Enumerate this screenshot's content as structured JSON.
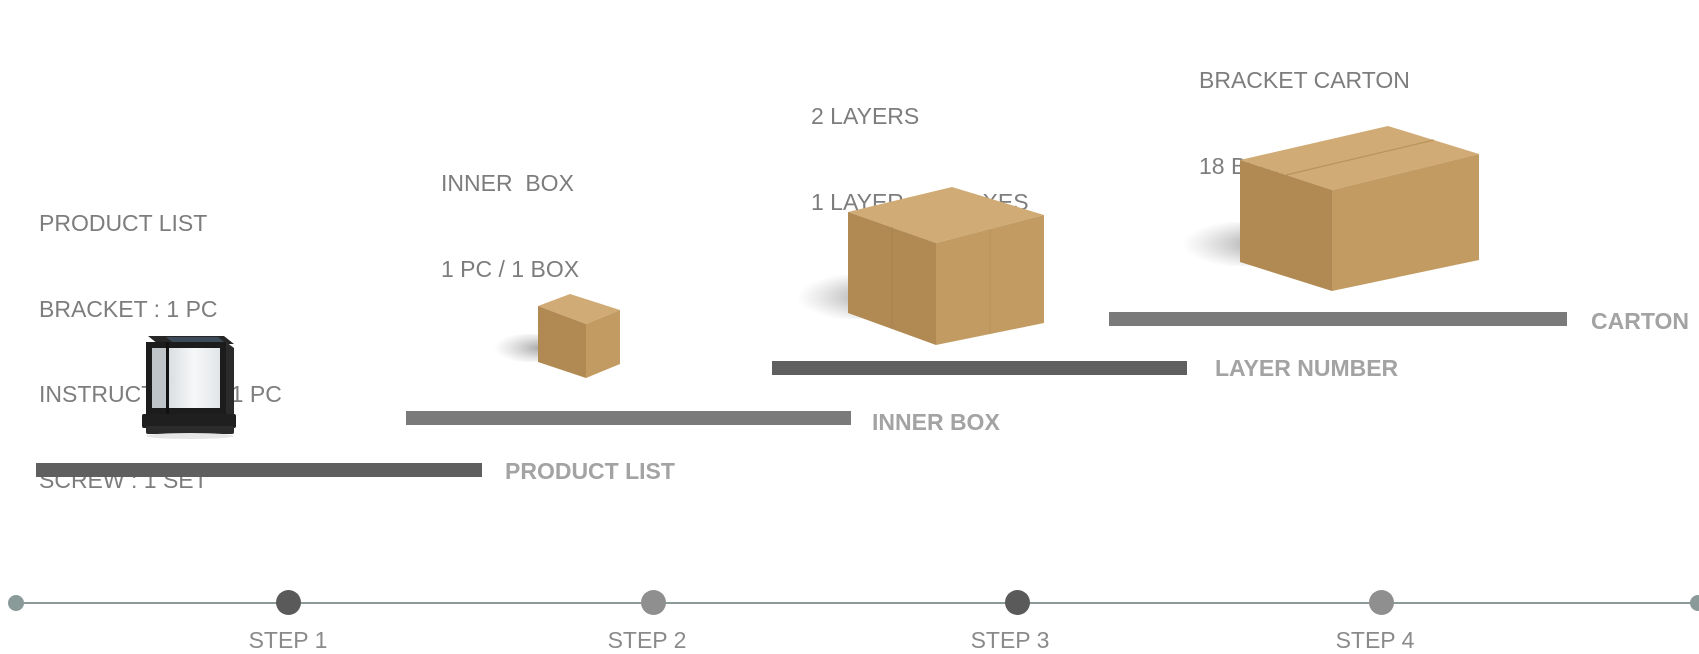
{
  "steps": [
    {
      "description": [
        "PRODUCT LIST",
        "BRACKET : 1 PC",
        "INSTRUCTIONS : 1 PC",
        "SCREW : 1 SET"
      ],
      "bar_label": "PRODUCT LIST",
      "step_label": "STEP 1",
      "illustration": "solar-lamp-icon"
    },
    {
      "description": [
        "INNER  BOX",
        "1 PC / 1 BOX"
      ],
      "bar_label": "INNER BOX",
      "step_label": "STEP 2",
      "illustration": "small-box-icon"
    },
    {
      "description": [
        "2 LAYERS",
        "1 LAYER = 9 BOXES"
      ],
      "bar_label": "LAYER NUMBER",
      "step_label": "STEP 3",
      "illustration": "medium-box-icon"
    },
    {
      "description": [
        "BRACKET CARTON",
        "18 BOXES / CTN"
      ],
      "bar_label": "CARTON",
      "step_label": "STEP 4",
      "illustration": "carton-box-icon"
    }
  ],
  "colors": {
    "box_front": "#c29b62",
    "box_side": "#b08a52",
    "box_top": "#d0ab75",
    "bar_dark": "#5f5f5f",
    "bar_mid": "#7a7a7a",
    "text": "#7d7d7d",
    "label": "#a3a3a3",
    "timeline": "#8a9a99"
  }
}
